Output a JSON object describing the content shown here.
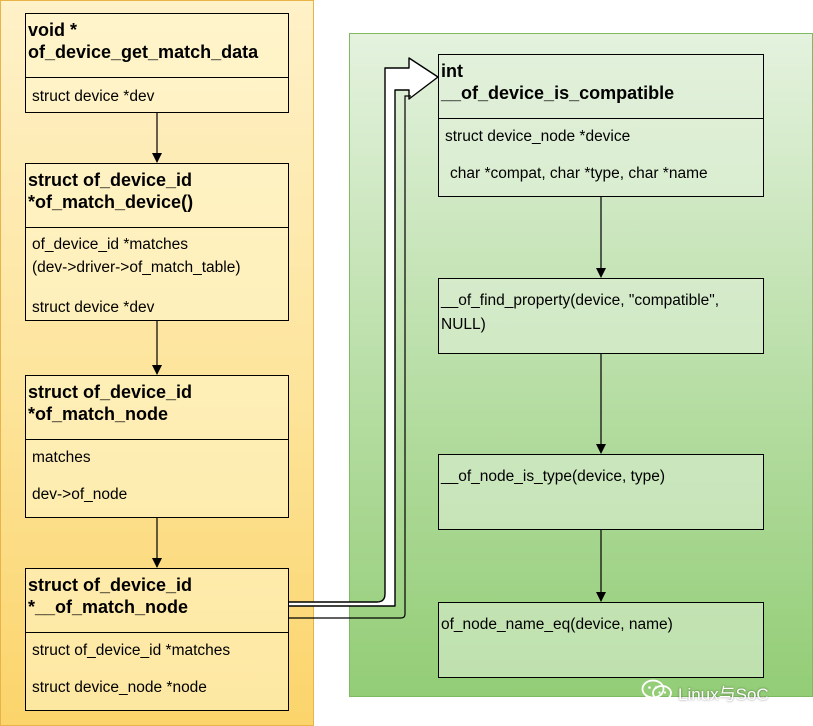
{
  "left": {
    "box1": {
      "title_line1": "void *",
      "title_line2": "of_device_get_match_data",
      "params": [
        "struct device *dev"
      ]
    },
    "box2": {
      "title_line1": "struct of_device_id",
      "title_line2": "*of_match_device()",
      "params": [
        "of_device_id *matches",
        "(dev->driver->of_match_table)",
        "struct device *dev"
      ]
    },
    "box3": {
      "title_line1": "struct of_device_id",
      "title_line2": "*of_match_node",
      "params": [
        "matches",
        "dev->of_node"
      ]
    },
    "box4": {
      "title_line1": "struct of_device_id",
      "title_line2": "*__of_match_node",
      "params": [
        "struct of_device_id *matches",
        "struct device_node *node"
      ]
    }
  },
  "right": {
    "box1": {
      "title_line1": "int",
      "title_line2": "__of_device_is_compatible",
      "params": [
        "struct device_node *device",
        "char *compat, char *type, char *name"
      ]
    },
    "box2": {
      "lines": [
        "__of_find_property(device, \"compatible\",",
        "NULL)"
      ]
    },
    "box3": {
      "lines": [
        "__of_node_is_type(device, type)"
      ]
    },
    "box4": {
      "lines": [
        "of_node_name_eq(device, name)"
      ]
    }
  },
  "watermark": {
    "text": "Linux与SoC",
    "icon": "wechat-icon"
  },
  "colors": {
    "left_panel_top": "#fff1c8",
    "left_panel_bottom": "#fbd46b",
    "left_panel_border": "#e8b44a",
    "right_panel_top": "#e4f2de",
    "right_panel_bottom": "#93cd76",
    "right_panel_border": "#7fba62"
  }
}
